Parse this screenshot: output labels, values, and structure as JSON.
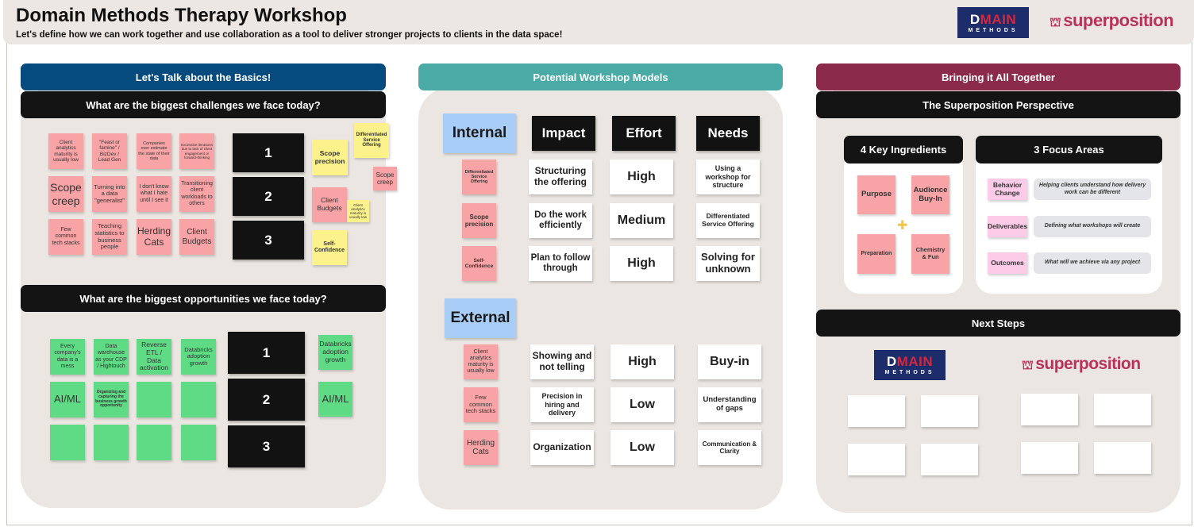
{
  "header": {
    "title": "Domain Methods Therapy Workshop",
    "subtitle": "Let's define how we can work together and use collaboration as a tool to deliver stronger projects to clients in the data space!"
  },
  "logos": {
    "domain_methods_top": "D",
    "domain_methods_accent": "MAIN",
    "domain_methods_sub": "METHODS",
    "superposition": "superposition"
  },
  "colors": {
    "blue_header": "#064b7e",
    "teal_header": "#4aaba6",
    "maroon_header": "#8b2a4b",
    "pink_sticky": "#f8a3a6",
    "green_sticky": "#5fdb86",
    "yellow_sticky": "#fbf28c"
  },
  "left": {
    "header": "Let's Talk about the Basics!",
    "challenges_title": "What are the biggest challenges we face today?",
    "challenges": [
      "Client analytics maturity is usually low",
      "\"Feast or famine\" / BizDev / Lead Gen",
      "Companies over estimate the state of their data",
      "Excessive iterations due to lack of client engagement or forward-thinking",
      "Scope creep",
      "Turning into a data \"generalist\"",
      "I don't know what I hate until I see it",
      "Transitioning client workloads to others",
      "Few common tech stacks",
      "Teaching statistics to business people",
      "Herding Cats",
      "Client Budgets"
    ],
    "challenge_ranks": [
      "1",
      "2",
      "3"
    ],
    "challenge_picks": [
      "Scope precision",
      "Client Budgets",
      "Self-Confidence"
    ],
    "challenge_extras": [
      "Differentiated Service Offering",
      "Scope creep",
      "Client analytics maturity is usually low"
    ],
    "opportunities_title": "What are the biggest opportunities we face today?",
    "opportunities": [
      "Every company's data is a mess",
      "Data warehouse as your CDP / Hightouch",
      "Reverse ETL / Data activation",
      "Databricks adoption growth",
      "AI/ML",
      "Organizing and capturing the business growth opportunity",
      "",
      "",
      "",
      "",
      "",
      ""
    ],
    "opportunity_ranks": [
      "1",
      "2",
      "3"
    ],
    "opportunity_picks": [
      "Databricks adoption growth",
      "AI/ML"
    ]
  },
  "middle": {
    "header": "Potential Workshop Models",
    "columns": [
      "Impact",
      "Effort",
      "Needs"
    ],
    "internal": {
      "label": "Internal",
      "rows": [
        {
          "tag": "Differentiated Service Offering",
          "impact": "Structuring the offering",
          "effort": "High",
          "needs": "Using a workshop for structure"
        },
        {
          "tag": "Scope precision",
          "impact": "Do the work efficiently",
          "effort": "Medium",
          "needs": "Differentiated Service Offering"
        },
        {
          "tag": "Self-Confidence",
          "impact": "Plan to follow through",
          "effort": "High",
          "needs": "Solving for unknown"
        }
      ]
    },
    "external": {
      "label": "External",
      "rows": [
        {
          "tag": "Client analytics maturity is usually low",
          "impact": "Showing and not telling",
          "effort": "High",
          "needs": "Buy-in"
        },
        {
          "tag": "Few common tech stacks",
          "impact": "Precision in hiring and delivery",
          "effort": "Low",
          "needs": "Understanding of gaps"
        },
        {
          "tag": "Herding Cats",
          "impact": "Organization",
          "effort": "Low",
          "needs": "Communication & Clarity"
        }
      ]
    }
  },
  "right": {
    "header": "Bringing it All Together",
    "perspective_title": "The Superposition Perspective",
    "ingredients_title": "4 Key Ingredients",
    "ingredients": [
      "Purpose",
      "Audience Buy-In",
      "Preparation",
      "Chemistry & Fun"
    ],
    "plus": "✚",
    "focus_title": "3 Focus Areas",
    "focus": [
      {
        "label": "Behavior Change",
        "desc": "Helping clients understand how delivery work can be different"
      },
      {
        "label": "Deliverables",
        "desc": "Defining what workshops will create"
      },
      {
        "label": "Outcomes",
        "desc": "What will we achieve via any project"
      }
    ],
    "next_steps_title": "Next Steps"
  }
}
